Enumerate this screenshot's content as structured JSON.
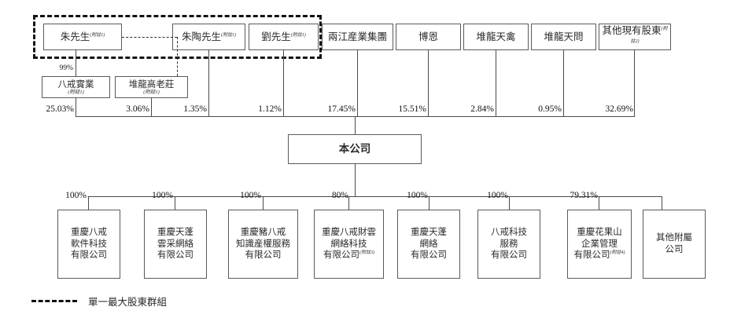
{
  "diagram": {
    "title": "本公司",
    "shareholder_row": [
      {
        "name": "朱先生",
        "note": "(附註1)"
      },
      {
        "name": "朱陶先生",
        "note": "(附註1)"
      },
      {
        "name": "劉先生",
        "note": "(附註1)"
      },
      {
        "name": "兩江産業集團",
        "note": ""
      },
      {
        "name": "博恩",
        "note": ""
      },
      {
        "name": "堆龍天禽",
        "note": ""
      },
      {
        "name": "堆龍天問",
        "note": ""
      },
      {
        "name": "其他現有股東",
        "note": "(附註2)"
      }
    ],
    "holding_row": [
      {
        "name": "八戒實業",
        "note": "(附註1)"
      },
      {
        "name": "堆龍高老莊",
        "note": "(附註1)"
      }
    ],
    "zhu_to_holdco_pct": "99%",
    "ownership_pcts": [
      "25.03%",
      "3.06%",
      "1.35%",
      "1.12%",
      "17.45%",
      "15.51%",
      "2.84%",
      "0.95%",
      "32.69%"
    ],
    "subsidiary_pcts": [
      "100%",
      "100%",
      "100%",
      "80%",
      "100%",
      "100%",
      "79.31%"
    ],
    "subsidiaries": [
      {
        "lines": [
          "重慶八戒",
          "軟件科技",
          "有限公司"
        ],
        "note": ""
      },
      {
        "lines": [
          "重慶天蓬",
          "雲采網絡",
          "有限公司"
        ],
        "note": ""
      },
      {
        "lines": [
          "重慶豬八戒",
          "知識産權服務",
          "有限公司"
        ],
        "note": ""
      },
      {
        "lines": [
          "重慶八戒財雲",
          "網絡科技",
          "有限公司"
        ],
        "note": "(附註3)"
      },
      {
        "lines": [
          "重慶天蓬",
          "網絡",
          "有限公司"
        ],
        "note": ""
      },
      {
        "lines": [
          "八戒科技",
          "服務",
          "有限公司"
        ],
        "note": ""
      },
      {
        "lines": [
          "重慶花果山",
          "企業管理",
          "有限公司"
        ],
        "note": "(附註4)"
      },
      {
        "lines": [
          "其他附屬",
          "公司"
        ],
        "note": ""
      }
    ],
    "legend": {
      "label": "單一最大股東群組"
    },
    "colors": {
      "line": "#4a4a4a",
      "box_border": "#5a5a5a",
      "dashed_group": "#111111",
      "text": "#2a2a2a",
      "background": "#ffffff"
    }
  }
}
